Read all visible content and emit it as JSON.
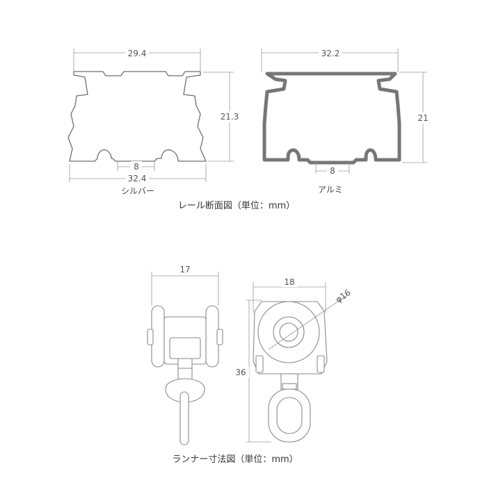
{
  "silver_rail": {
    "top_width": "29.4",
    "height": "21.3",
    "slot_width": "8",
    "bottom_width": "32.4",
    "label": "シルバー"
  },
  "aluminum_rail": {
    "top_width": "32.2",
    "height": "21",
    "slot_width": "8",
    "label": "アルミ"
  },
  "rail_section_title": "レール断面図（単位：mm）",
  "runner_side": {
    "width": "17"
  },
  "runner_front": {
    "width": "18",
    "wheel_diameter": "φ16",
    "height": "36"
  },
  "runner_title": "ランナー寸法図（単位：mm）",
  "colors": {
    "aluminum_profile": "#7a7572",
    "silver_profile": "#6e6e6e",
    "dimension_line": "#9a9a9a"
  }
}
